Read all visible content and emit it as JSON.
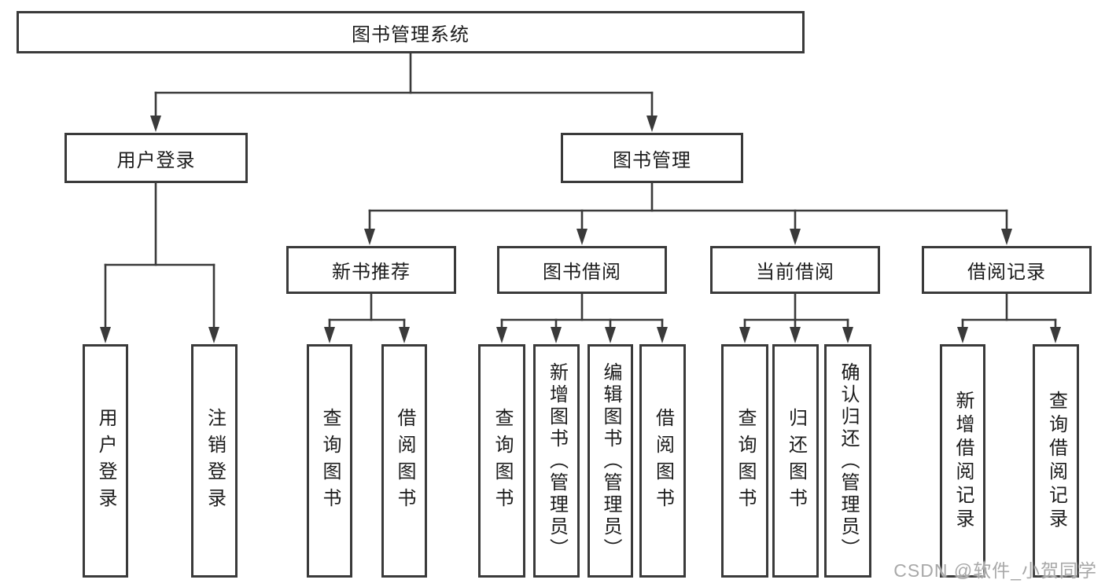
{
  "tree": {
    "label": "图书管理系统",
    "children": [
      {
        "label": "用户登录",
        "children": [
          {
            "label": "用户登录"
          },
          {
            "label": "注销登录"
          }
        ]
      },
      {
        "label": "图书管理",
        "children": [
          {
            "label": "新书推荐",
            "children": [
              {
                "label": "查询图书"
              },
              {
                "label": "借阅图书"
              }
            ]
          },
          {
            "label": "图书借阅",
            "children": [
              {
                "label": "查询图书"
              },
              {
                "label": "新增图书（管理员）"
              },
              {
                "label": "编辑图书（管理员）"
              },
              {
                "label": "借阅图书"
              }
            ]
          },
          {
            "label": "当前借阅",
            "children": [
              {
                "label": "查询图书"
              },
              {
                "label": "归还图书"
              },
              {
                "label": "确认归还（管理员）"
              }
            ]
          },
          {
            "label": "借阅记录",
            "children": [
              {
                "label": "新增借阅记录"
              },
              {
                "label": "查询借阅记录"
              }
            ]
          }
        ]
      }
    ]
  },
  "watermark": {
    "text": "CSDN @软件_小贺同学"
  },
  "colors": {
    "line": "#3a3a3a",
    "node_border": "#3a3a3a",
    "node_text": "#1c1c1c",
    "watermark_text": "#9e9e9e",
    "background": "#ffffff"
  }
}
